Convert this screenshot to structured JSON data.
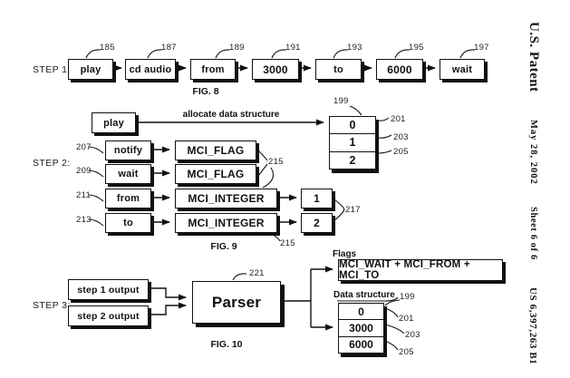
{
  "sidebar": {
    "patent_label": "U.S. Patent",
    "date": "May 28, 2002",
    "sheet": "Sheet 6 of 6",
    "patent_number": "US 6,397,263 B1"
  },
  "fig8": {
    "step_label": "STEP 1:",
    "caption": "FIG. 8",
    "boxes": [
      {
        "label": "play",
        "ref": "185"
      },
      {
        "label": "cd audio",
        "ref": "187"
      },
      {
        "label": "from",
        "ref": "189"
      },
      {
        "label": "3000",
        "ref": "191"
      },
      {
        "label": "to",
        "ref": "193"
      },
      {
        "label": "6000",
        "ref": "195"
      },
      {
        "label": "wait",
        "ref": "197"
      }
    ]
  },
  "fig9": {
    "step_label": "STEP 2:",
    "caption": "FIG. 9",
    "play_label": "play",
    "allocate_label": "allocate data structure",
    "stack_ref": "199",
    "stack_rows": [
      {
        "value": "0",
        "ref": "201"
      },
      {
        "value": "1",
        "ref": "203"
      },
      {
        "value": "2",
        "ref": "205"
      }
    ],
    "rows": [
      {
        "ref": "207",
        "label": "notify",
        "target": "MCI_FLAG"
      },
      {
        "ref": "209",
        "label": "wait",
        "target": "MCI_FLAG"
      },
      {
        "ref": "211",
        "label": "from",
        "target": "MCI_INTEGER",
        "result": "1"
      },
      {
        "ref": "213",
        "label": "to",
        "target": "MCI_INTEGER",
        "result": "2"
      }
    ],
    "flags_brace_ref": "215",
    "results_brace_ref": "217",
    "integers_brace_ref": "215"
  },
  "fig10": {
    "step_label": "STEP 3:",
    "caption": "FIG. 10",
    "inputs": [
      {
        "label": "step 1 output"
      },
      {
        "label": "step 2 output"
      }
    ],
    "parser_label": "Parser",
    "parser_ref": "221",
    "flags_title": "Flags",
    "flags_value": "MCI_WAIT + MCI_FROM + MCI_TO",
    "data_structure_title": "Data structure",
    "stack_ref": "199",
    "stack_rows": [
      {
        "value": "0",
        "ref": "201"
      },
      {
        "value": "3000",
        "ref": "203"
      },
      {
        "value": "6000",
        "ref": "205"
      }
    ]
  }
}
